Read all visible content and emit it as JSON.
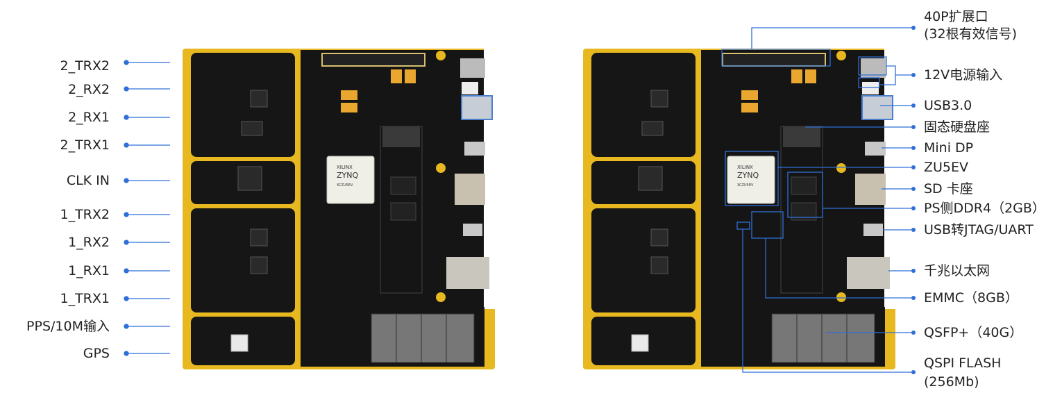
{
  "left_labels": [
    "2_TRX2",
    "2_RX2",
    "2_RX1",
    "2_TRX1",
    "CLK IN",
    "1_TRX2",
    "1_RX2",
    "1_RX1",
    "1_TRX1",
    "PPS/10M输入",
    "GPS"
  ],
  "right_labels": {
    "header_40p": "40P扩展口",
    "header_40p_sub": "(32根有效信号)",
    "power": "12V电源输入",
    "usb3": "USB3.0",
    "ssd": "固态硬盘座",
    "minidp": "Mini DP",
    "fpga": "ZU5EV",
    "sd": "SD 卡座",
    "ddr4": "PS侧DDR4（2GB）",
    "jtag": "USB转JTAG/UART",
    "ethernet": "千兆以太网",
    "emmc": "EMMC（8GB）",
    "qsfp": "QSFP+（40G）",
    "qspi": "QSPI FLASH",
    "qspi_sub": "(256Mb)"
  },
  "chip_text": {
    "brand": "XILINX",
    "family": "ZYNQ",
    "part": "XCZU5EV"
  },
  "colors": {
    "leader": "#2f6fd6",
    "gold": "#e8b820",
    "pcb": "#161616"
  }
}
